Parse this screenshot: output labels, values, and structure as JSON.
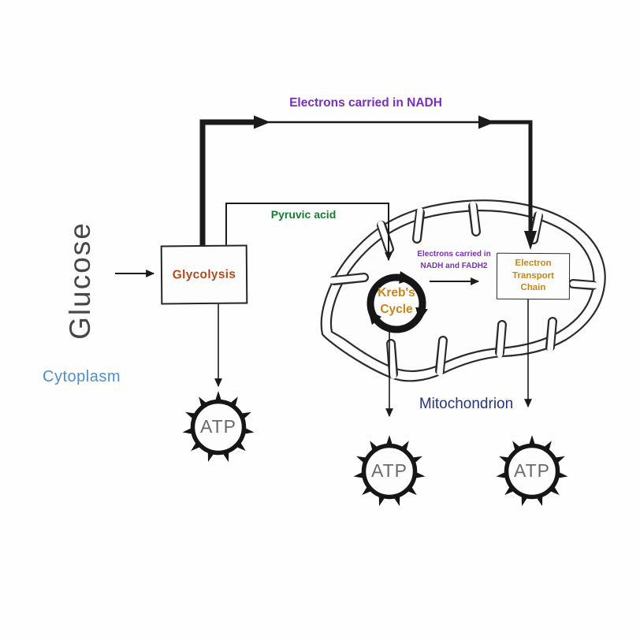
{
  "labels": {
    "top_flow": "Electrons carried in NADH",
    "pyruvic": "Pyruvic acid",
    "glucose": "Glucose",
    "glycolysis": "Glycolysis",
    "cytoplasm": "Cytoplasm",
    "krebs_line1": "Kreb's",
    "krebs_line2": "Cycle",
    "inner_flow_line1": "Electrons carried in",
    "inner_flow_line2": "NADH and FADH2",
    "etc": "Electron Transport Chain",
    "mitochondrion": "Mitochondrion"
  },
  "atp": [
    {
      "label": "ATP"
    },
    {
      "label": "ATP"
    },
    {
      "label": "ATP"
    }
  ],
  "colors": {
    "purple": "#7a2ebc",
    "green": "#157d31",
    "rust": "#b44a1a",
    "gold": "#c8861a",
    "light_blue": "#4b8fcf",
    "navy": "#27357e",
    "gray_text": "#474747",
    "atp_gray": "#6a6a6a",
    "ink": "#1b1b1b"
  }
}
